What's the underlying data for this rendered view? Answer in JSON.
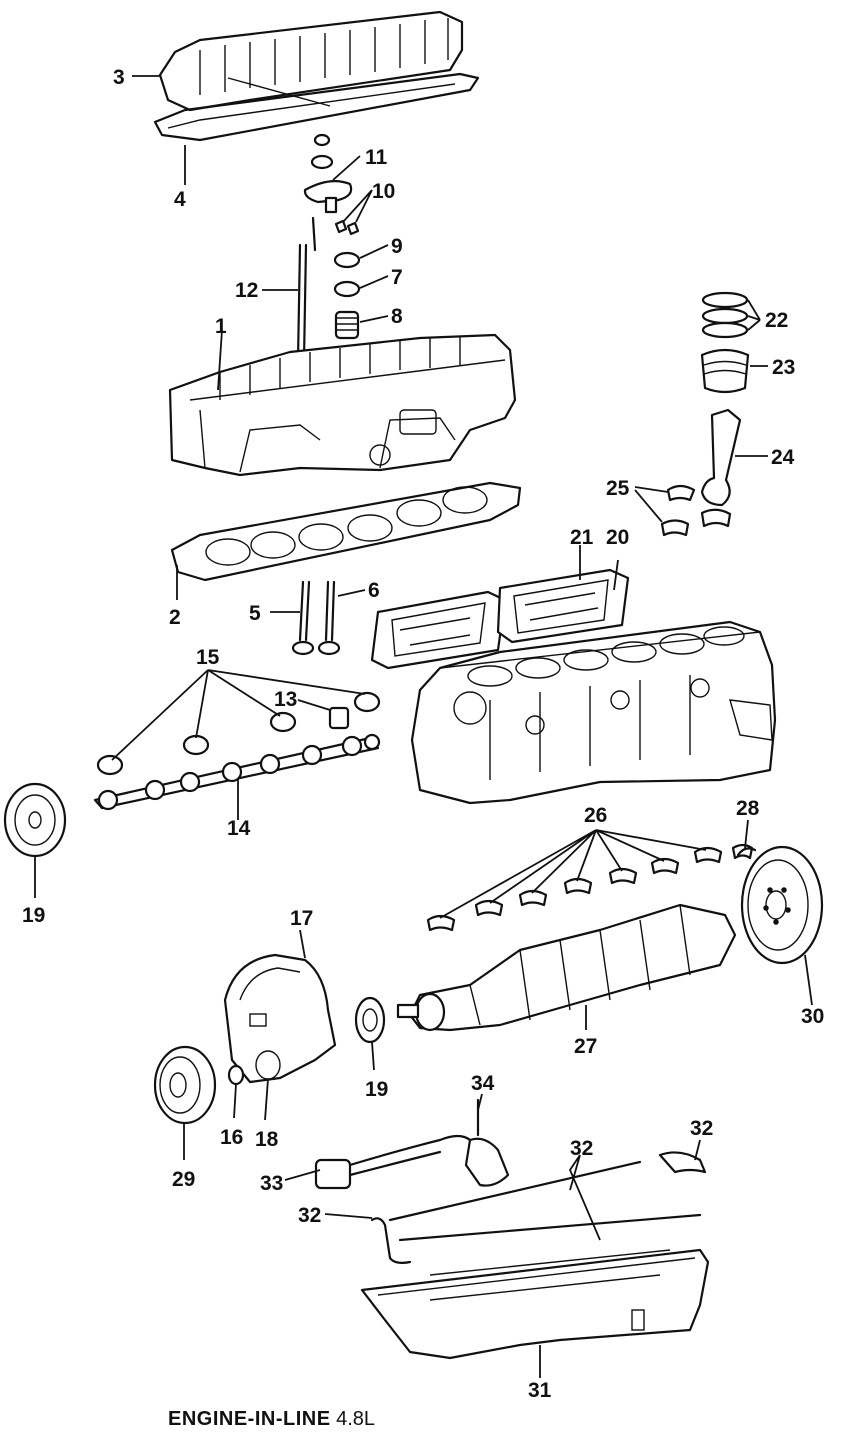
{
  "caption": {
    "bold": "ENGINE-IN-LINE",
    "rest": "4.8L"
  },
  "callouts": {
    "c1": "1",
    "c2": "2",
    "c3": "3",
    "c4": "4",
    "c5": "5",
    "c6": "6",
    "c7": "7",
    "c8": "8",
    "c9": "9",
    "c10": "10",
    "c11": "11",
    "c12": "12",
    "c13": "13",
    "c14": "14",
    "c15": "15",
    "c16": "16",
    "c17": "17",
    "c18": "18",
    "c19a": "19",
    "c19b": "19",
    "c20": "20",
    "c21": "21",
    "c22": "22",
    "c23": "23",
    "c24": "24",
    "c25": "25",
    "c26": "26",
    "c27": "27",
    "c28": "28",
    "c29": "29",
    "c30": "30",
    "c31": "31",
    "c32a": "32",
    "c32b": "32",
    "c32c": "32",
    "c33": "33",
    "c34": "34"
  }
}
